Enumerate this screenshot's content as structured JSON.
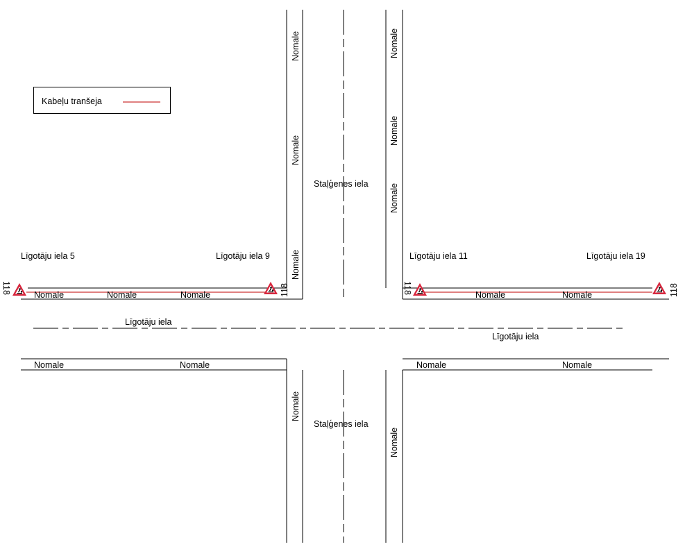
{
  "legend": {
    "trench_label": "Kabeļu tranšeja",
    "trench_color": "#c00000"
  },
  "streets": {
    "horizontal": "Līgotāju iela",
    "vertical": "Staļģenes iela"
  },
  "addresses": {
    "a5": "Līgotāju iela 5",
    "a9": "Līgotāju iela 9",
    "a11": "Līgotāju iela 11",
    "a19": "Līgotāju iela 19"
  },
  "shoulder_label": "Nomale",
  "sign_number": "118",
  "sign_colors": {
    "border": "#d7263d",
    "fill": "#ffffff",
    "symbol": "#000000"
  }
}
